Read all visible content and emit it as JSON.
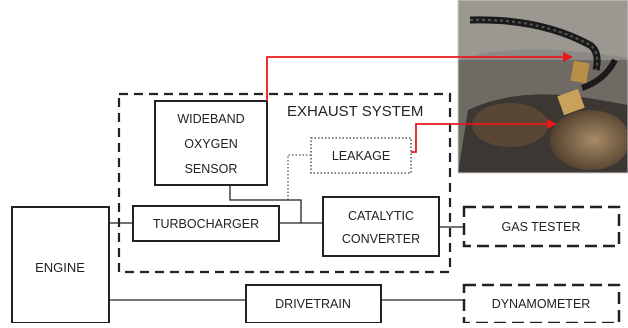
{
  "labels": {
    "engine": "ENGINE",
    "turbocharger": "TURBOCHARGER",
    "wideband_line1": "WIDEBAND",
    "wideband_line2": "OXYGEN",
    "wideband_line3": "SENSOR",
    "exhaust_system": "EXHAUST SYSTEM",
    "leakage": "LEAKAGE",
    "catalytic_line1": "CATALYTIC",
    "catalytic_line2": "CONVERTER",
    "gas_tester": "GAS TESTER",
    "drivetrain": "DRIVETRAIN",
    "dynamometer": "DYNAMOMETER"
  },
  "colors": {
    "line": "#222222",
    "arrow": "#e8171b",
    "leakage_border": "#555555"
  },
  "photo": {
    "subject": "exhaust-pipe-with-oxygen-sensors-photo"
  }
}
